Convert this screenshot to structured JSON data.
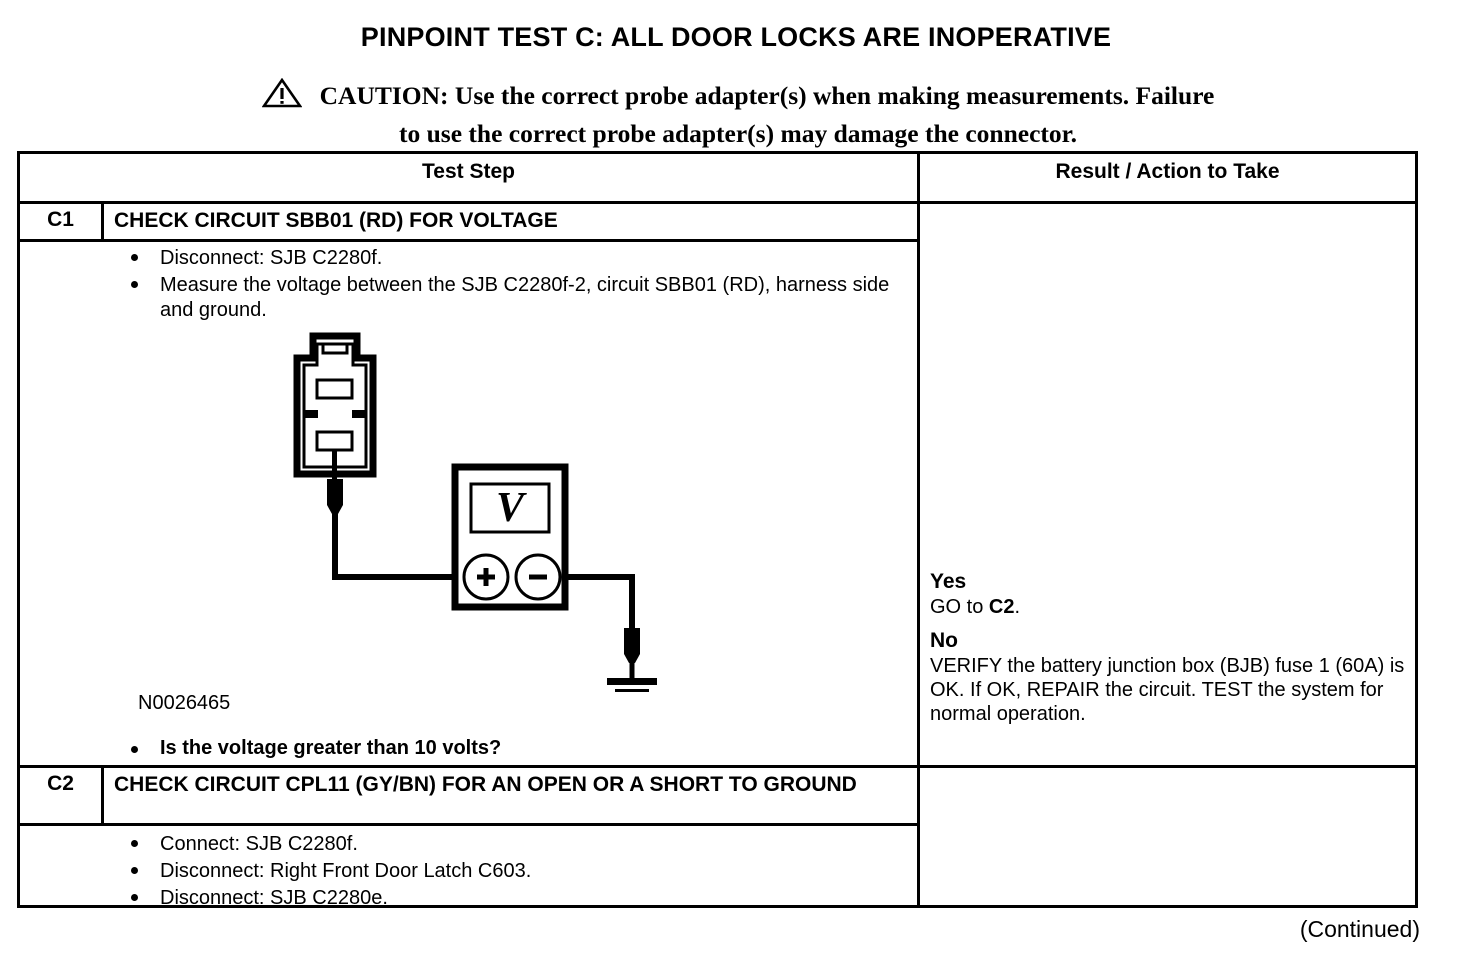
{
  "page": {
    "title": "PINPOINT TEST C: ALL DOOR LOCKS ARE INOPERATIVE",
    "continued": "(Continued)"
  },
  "caution": {
    "icon": "warning-triangle-icon",
    "line1": "CAUTION: Use the correct probe adapter(s) when making measurements. Failure",
    "line2": "to use the correct probe adapter(s) may damage the connector."
  },
  "table": {
    "headers": {
      "test_step": "Test Step",
      "result_action": "Result / Action to Take"
    },
    "steps": [
      {
        "id": "C1",
        "title": "CHECK CIRCUIT SBB01 (RD) FOR VOLTAGE",
        "bullets": [
          "Disconnect: SJB C2280f.",
          "Measure the voltage between the SJB C2280f-2, circuit SBB01 (RD), harness side and ground."
        ],
        "figure_id": "N0026465",
        "question": "Is the voltage greater than 10 volts?",
        "result": {
          "yes_label": "Yes",
          "yes_text_pre": "GO to ",
          "yes_text_bold": "C2",
          "yes_text_post": ".",
          "no_label": "No",
          "no_text": "VERIFY the battery junction box (BJB) fuse 1 (60A) is OK. If OK, REPAIR the circuit. TEST the system for normal operation."
        }
      },
      {
        "id": "C2",
        "title": "CHECK CIRCUIT CPL11 (GY/BN) FOR AN OPEN OR A SHORT TO GROUND",
        "bullets": [
          "Connect: SJB C2280f.",
          "Disconnect: Right Front Door Latch C603.",
          "Disconnect: SJB C2280e."
        ],
        "result": {}
      }
    ]
  },
  "diagram": {
    "meter_label": "V",
    "positive_terminal": "+",
    "negative_terminal": "−",
    "components": [
      "electrical-connector",
      "test-probe",
      "voltmeter",
      "ground-symbol"
    ]
  }
}
